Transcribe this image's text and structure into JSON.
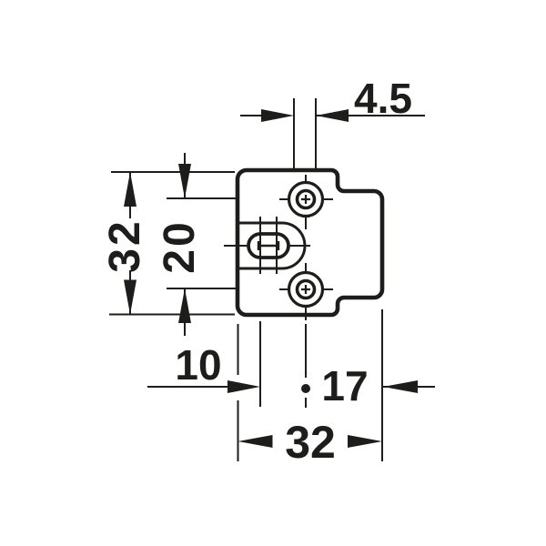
{
  "drawing": {
    "type": "technical-dimension-drawing",
    "subject": "hinge-mounting-plate-front-view",
    "background_color": "#ffffff",
    "line_color": "#1d1d1b",
    "dimensions": {
      "screw_hole_diameter": "4.5",
      "plate_height": "32",
      "screw_hole_spacing": "20",
      "slot_to_center": "10",
      "center_to_right_edge": "17",
      "plate_width": "32"
    }
  }
}
